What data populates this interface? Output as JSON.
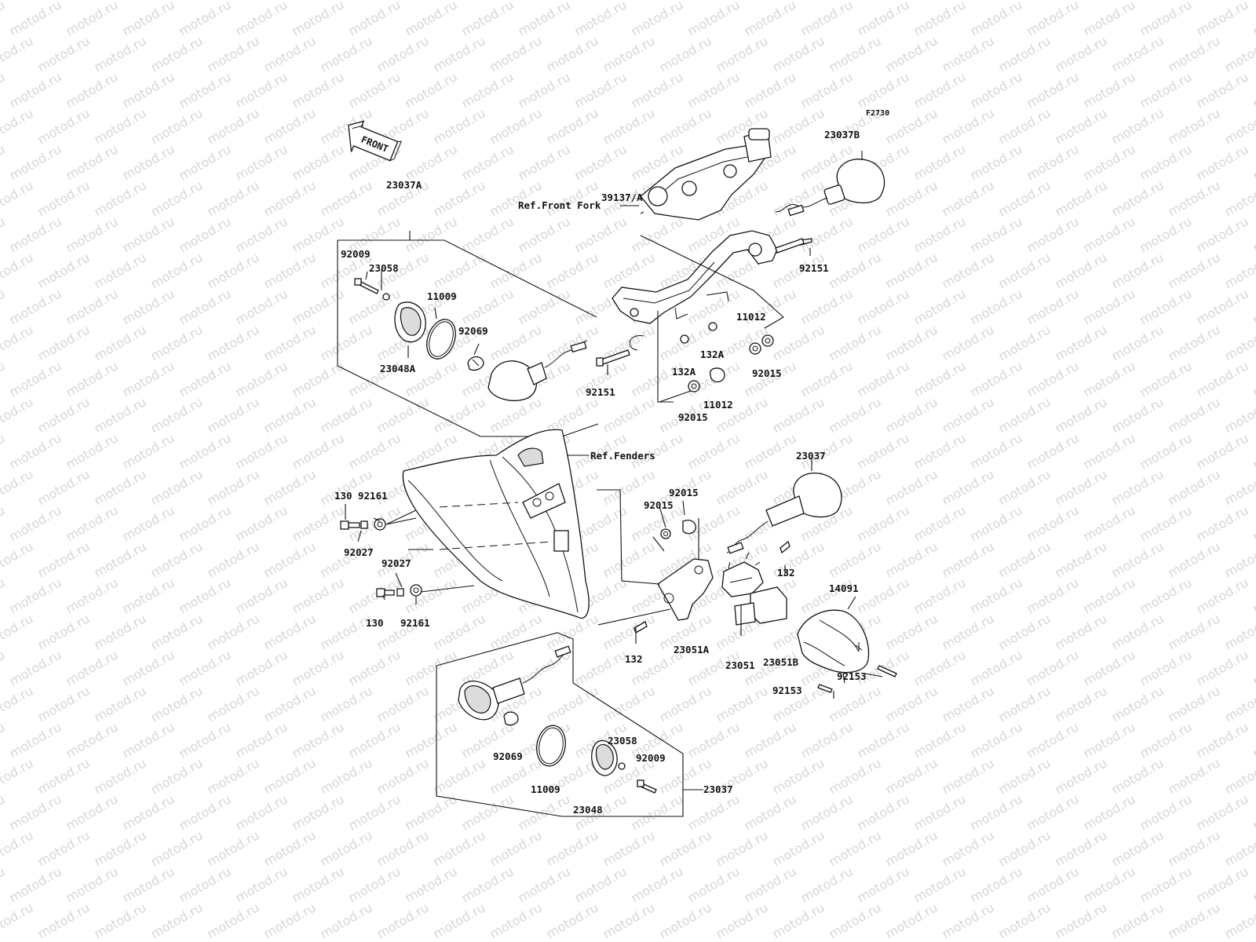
{
  "watermark_text": "motod.ru",
  "figure_code": "F2730",
  "front_arrow_label": "FRONT",
  "ref_labels": {
    "front_fork": "Ref.Front Fork",
    "fenders": "Ref.Fenders"
  },
  "part_labels": {
    "p23037A": "23037A",
    "p23037B": "23037B",
    "p23037_right": "23037",
    "p23037_bottom": "23037",
    "p39137A": "39137/A",
    "p92151_right": "92151",
    "p92151_left": "92151",
    "p92009_top": "92009",
    "p23058_top": "23058",
    "p11009_top": "11009",
    "p92069_top": "92069",
    "p23048A": "23048A",
    "p11012_a": "11012",
    "p11012_b": "11012",
    "p132A_a": "132A",
    "p132A_b": "132A",
    "p92015_a": "92015",
    "p92015_b": "92015",
    "p92015_c": "92015",
    "p92015_d": "92015",
    "p130_a": "130",
    "p130_b": "130",
    "p92161_a": "92161",
    "p92161_b": "92161",
    "p92027_a": "92027",
    "p92027_b": "92027",
    "p132_a": "132",
    "p132_b": "132",
    "p14091": "14091",
    "p23051A": "23051A",
    "p23051": "23051",
    "p23051B": "23051B",
    "p92153_a": "92153",
    "p92153_b": "92153",
    "p23058_bottom": "23058",
    "p92009_bottom": "92009",
    "p92069_bottom": "92069",
    "p11009_bottom": "11009",
    "p23048": "23048"
  }
}
